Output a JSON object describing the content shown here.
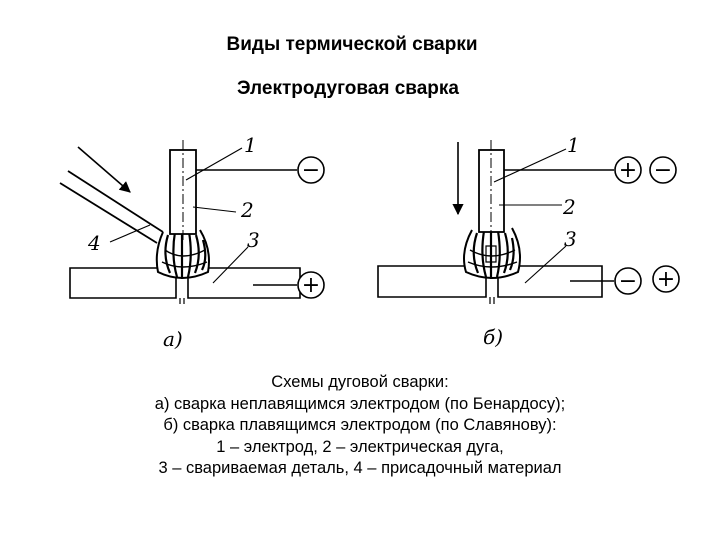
{
  "title": "Виды термической сварки",
  "subtitle": "Электродуговая сварка",
  "figure_a": {
    "panel_label": "а)",
    "callouts": [
      "1",
      "2",
      "3",
      "4"
    ],
    "polarity_electrode": "−",
    "polarity_workpiece": "+"
  },
  "figure_b": {
    "panel_label": "б)",
    "callouts": [
      "1",
      "2",
      "3"
    ],
    "polarity_electrode_1": "+",
    "polarity_electrode_2": "−",
    "polarity_workpiece_1": "−",
    "polarity_workpiece_2": "+"
  },
  "caption": {
    "lines": [
      "Схемы дуговой сварки:",
      "а) сварка неплавящимся электродом (по Бенардосу);",
      "б) сварка плавящимся электродом (по Славянову):",
      "1 – электрод, 2 – электрическая дуга,",
      "3 – свариваемая деталь, 4 – присадочный материал"
    ]
  }
}
